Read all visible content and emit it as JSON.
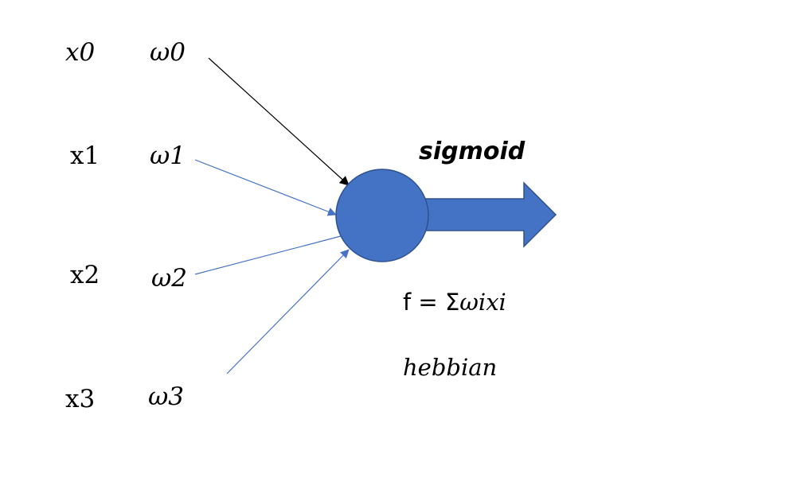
{
  "diagram": {
    "inputs": [
      {
        "x": "x0",
        "w": "ω0"
      },
      {
        "x": "x1",
        "w": "ω1"
      },
      {
        "x": "x2",
        "w": "ω2"
      },
      {
        "x": "x3",
        "w": "ω3"
      }
    ],
    "activation": "sigmoid",
    "formula": {
      "lhs": "f = Σ",
      "rhs": "ωixi"
    },
    "rule": "hebbian",
    "colors": {
      "neuron": "#4472C4",
      "neuron_stroke": "#2F528F",
      "blue_arrow": "#4472C4",
      "black_arrow": "#000000",
      "text": "#000000"
    }
  }
}
